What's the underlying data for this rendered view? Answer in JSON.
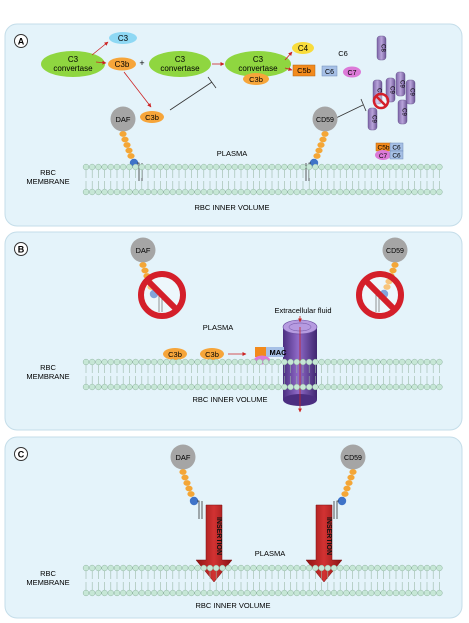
{
  "panels": {
    "a": {
      "letter": "A",
      "c3": "C3",
      "c3_convertase": [
        "C3",
        "convertase"
      ],
      "c3b": "C3b",
      "plus": "+",
      "c3_convertase_2": [
        "C3",
        "convertase"
      ],
      "c3b_bound": "C3b",
      "c3_convertase_3": [
        "C3",
        "convertase"
      ],
      "c3b_3": "C3b",
      "c4": "C4",
      "c5b": "C5b",
      "c6": "C6",
      "c6_b": "C6",
      "c7": "C7",
      "c8": "C8",
      "c9": "C9",
      "daf": "DAF",
      "cd59": "CD59",
      "c3b_daf": "C3b",
      "plasma": "PLASMA",
      "rbc_membrane": [
        "RBC",
        "MEMBRANE"
      ],
      "inner_volume": "RBC INNER VOLUME",
      "complex_c5b": "C5b",
      "complex_c6": "C6",
      "complex_c7": "C7",
      "complex_c6b": "C6"
    },
    "b": {
      "letter": "B",
      "daf": "DAF",
      "cd59": "CD59",
      "extracellular": "Extracellular fluid",
      "plasma": "PLASMA",
      "rbc_membrane": [
        "RBC",
        "MEMBRANE"
      ],
      "c3b_1": "C3b",
      "c3b_2": "C3b",
      "mac": "MAC",
      "inner_volume": "RBC INNER VOLUME"
    },
    "c": {
      "letter": "C",
      "daf": "DAF",
      "cd59": "CD59",
      "insertion_1": "INSERTION",
      "insertion_2": "INSERTION",
      "plasma": "PLASMA",
      "rbc_membrane": [
        "RBC",
        "MEMBRANE"
      ],
      "inner_volume": "RBC INNER VOLUME"
    }
  },
  "colors": {
    "panel_bg": "#e4f3fa",
    "panel_border": "#c4dde9",
    "convertase": "#8fd640",
    "c3b_orange": "#f6a53a",
    "c3_blue": "#8ed8f4",
    "c4_yellow": "#f8dc3c",
    "c5b_orange": "#f28a1c",
    "c6_blue": "#a6c0e6",
    "c7_pink": "#dc7ad8",
    "c9_purple": "#9e86c4",
    "daf_grey": "#a5a5a5",
    "chain_orange": "#f4a636",
    "blue_dot": "#3f73c8",
    "membrane_head": "#c6e7d6",
    "arrow_red": "#cc2222",
    "prohibit_red": "#d41f2a",
    "insertion_red": "#b01e1e",
    "mac_purple": "#7c58b6"
  }
}
